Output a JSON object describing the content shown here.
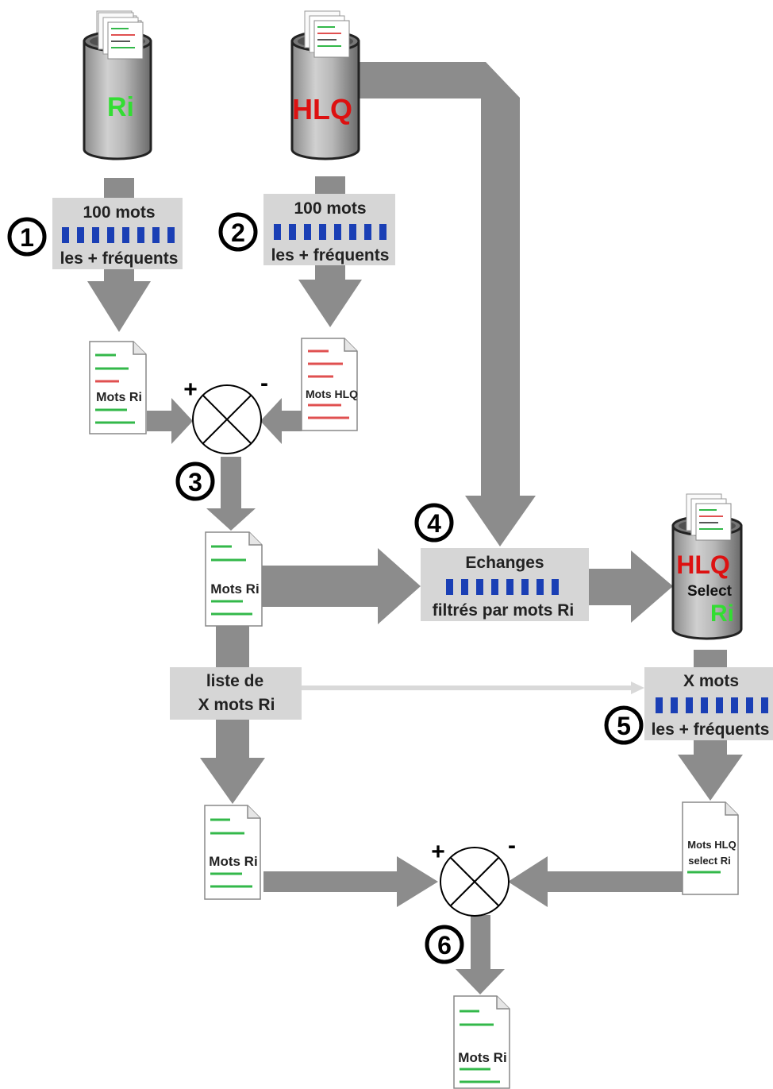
{
  "colors": {
    "arrow": "#8c8c8c",
    "box_fill": "#d6d6d6",
    "bar_blue": "#1a3fb5",
    "doc_line_green": "#33b84a",
    "doc_line_red": "#e05050",
    "ri_text": "#33dd33",
    "hlq_text": "#dd1111",
    "faint_arrow": "#d9d9d9"
  },
  "cylinders": {
    "ri": {
      "label": "Ri"
    },
    "hlq": {
      "label": "HLQ"
    },
    "select": {
      "top": "HLQ",
      "middle": "Select",
      "bottom": "Ri"
    }
  },
  "steps": {
    "s1": {
      "number": "1",
      "line1": "100 mots",
      "line2": "les + fréquents"
    },
    "s2": {
      "number": "2",
      "line1": "100 mots",
      "line2": "les + fréquents"
    },
    "s3": {
      "number": "3"
    },
    "s4": {
      "number": "4",
      "line1": "Echanges",
      "line2": "filtrés par mots Ri"
    },
    "s5": {
      "number": "5",
      "line1": "X mots",
      "line2": "les + fréquents"
    },
    "s6": {
      "number": "6"
    }
  },
  "documents": {
    "mots_ri_1": "Mots Ri",
    "mots_hlq": "Mots HLQ",
    "mots_ri_2": "Mots Ri",
    "mots_ri_3": "Mots Ri",
    "mots_hlq_select_line1": "Mots HLQ",
    "mots_hlq_select_line2": "select Ri",
    "mots_ri_4": "Mots Ri"
  },
  "liste": {
    "line1": "liste de",
    "line2": "X mots Ri"
  },
  "operators": {
    "op1": {
      "plus": "+",
      "minus": "-"
    },
    "op2": {
      "plus": "+",
      "minus": "-"
    }
  }
}
